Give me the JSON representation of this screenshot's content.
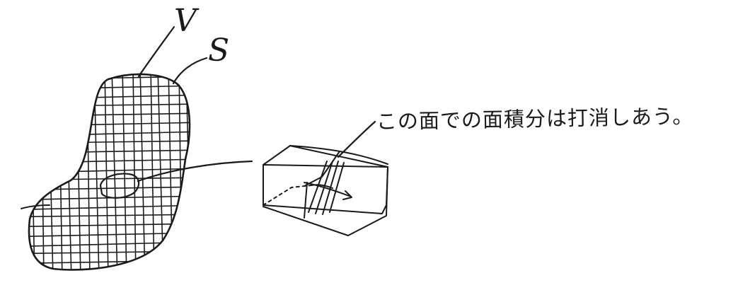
{
  "diagram": {
    "labels": {
      "volume": "V",
      "surface": "S",
      "note": "この面での面積分は打消しあう。"
    },
    "colors": {
      "ink": "#1a1a1a",
      "background": "#ffffff"
    }
  }
}
